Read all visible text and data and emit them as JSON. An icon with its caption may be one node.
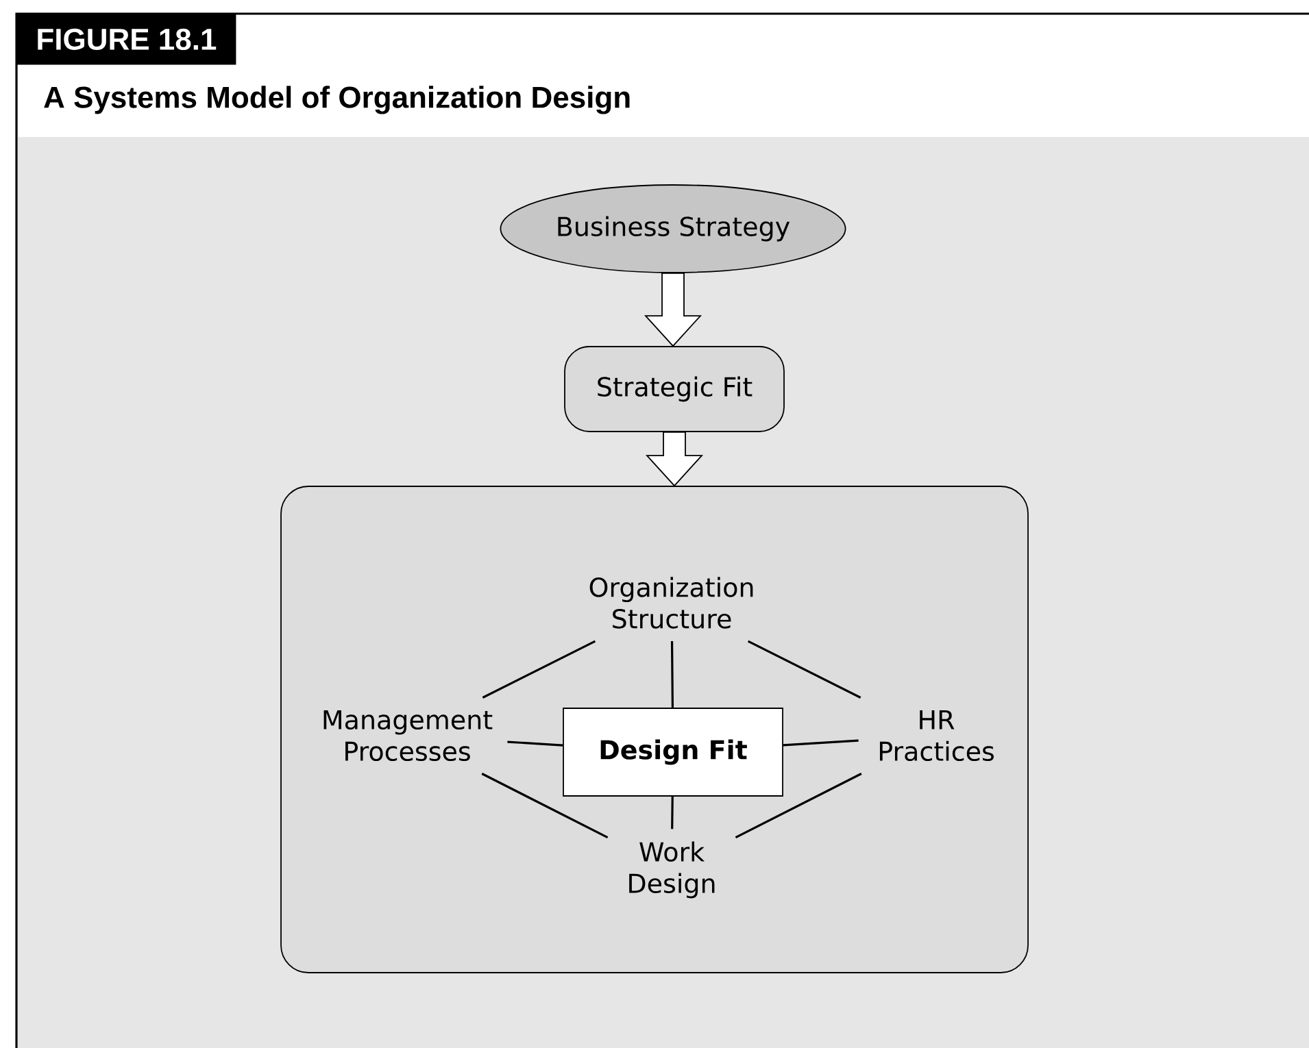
{
  "diagram": {
    "title": "A Systems Model of Organization Design",
    "nodes": [
      {
        "text": [
          "Business Strategy"
        ]
      },
      {
        "text": [
          "Strategic Fit"
        ]
      },
      {
        "text": [],
        "shape": "box"
      },
      {
        "text": [
          "Organization Structure"
        ],
        "in": 2
      },
      {
        "text": [
          "Management Processes"
        ],
        "in": 2
      },
      {
        "text": [
          "**Design Fit**"
        ],
        "in": 2
      },
      {
        "text": [
          "HR Practices"
        ],
        "in": 2
      },
      {
        "text": [
          "Work Design"
        ],
        "in": 2
      }
    ],
    "edges": [
      {
        "from": 0,
        "to": 1,
        "arrow": "to"
      },
      {
        "from": 1,
        "to": 2,
        "arrow": "to"
      },
      {
        "from": 3,
        "to": 5,
        "arrow": "none"
      },
      {
        "from": 4,
        "to": 5,
        "arrow": "none"
      },
      {
        "from": 6,
        "to": 5,
        "arrow": "none"
      },
      {
        "from": 7,
        "to": 5,
        "arrow": "none"
      },
      {
        "from": 3,
        "to": 4,
        "arrow": "none"
      },
      {
        "from": 3,
        "to": 6,
        "arrow": "none"
      },
      {
        "from": 4,
        "to": 7,
        "arrow": "none"
      },
      {
        "from": 6,
        "to": 7,
        "arrow": "none"
      }
    ],
    "labels": [
      "FIGURE 18.1"
    ]
  }
}
